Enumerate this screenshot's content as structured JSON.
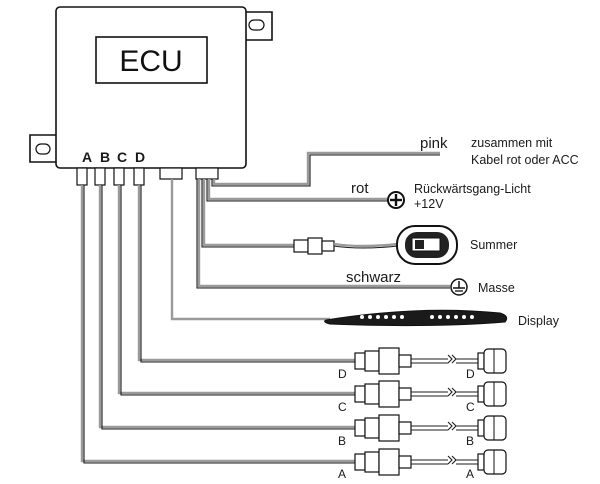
{
  "ecu": {
    "title": "ECU"
  },
  "ports": [
    "A",
    "B",
    "C",
    "D"
  ],
  "connections": {
    "pink": {
      "color_label": "pink",
      "desc_line1": "zusammen mit",
      "desc_line2": "Kabel rot oder ACC"
    },
    "rot": {
      "color_label": "rot",
      "desc_line1": "Rückwärtsgang-Licht",
      "desc_line2": "+12V"
    },
    "summer": {
      "label": "Summer"
    },
    "schwarz": {
      "color_label": "schwarz",
      "label": "Masse"
    },
    "display": {
      "label": "Display"
    }
  },
  "sensor_rows": [
    {
      "port": "D",
      "left_label": "D",
      "right_label": "D"
    },
    {
      "port": "C",
      "left_label": "C",
      "right_label": "C"
    },
    {
      "port": "B",
      "left_label": "B",
      "right_label": "B"
    },
    {
      "port": "A",
      "left_label": "A",
      "right_label": "A"
    }
  ],
  "colors": {
    "wire": "#9a9a9a",
    "line": "#111111",
    "background": "#ffffff"
  }
}
